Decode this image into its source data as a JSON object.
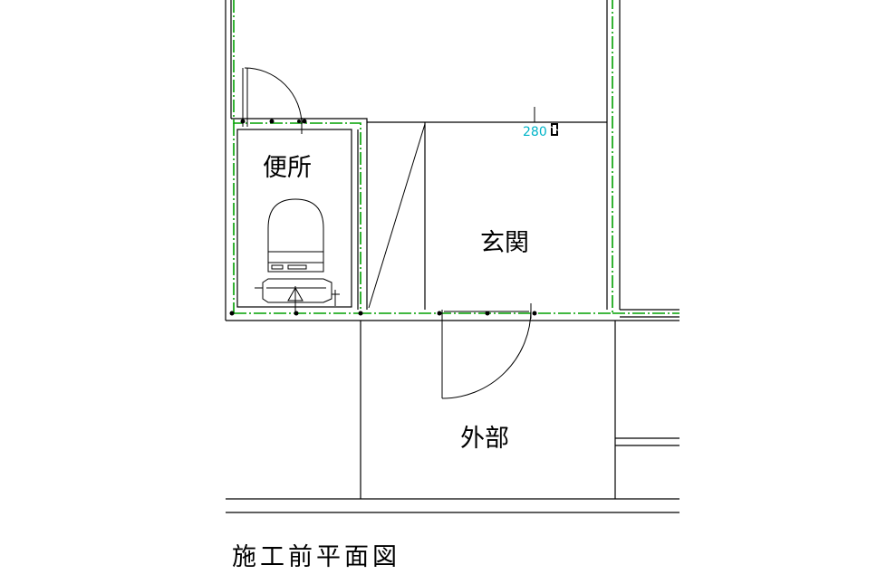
{
  "rooms": {
    "toilet": "便所",
    "entrance": "玄関",
    "outside": "外部"
  },
  "dimension": {
    "value": "280"
  },
  "title": "施工前平面図",
  "colors": {
    "wall": "#000000",
    "equipment_line": "#00a000",
    "dimension_text": "#00b4c8",
    "background": "#ffffff"
  }
}
